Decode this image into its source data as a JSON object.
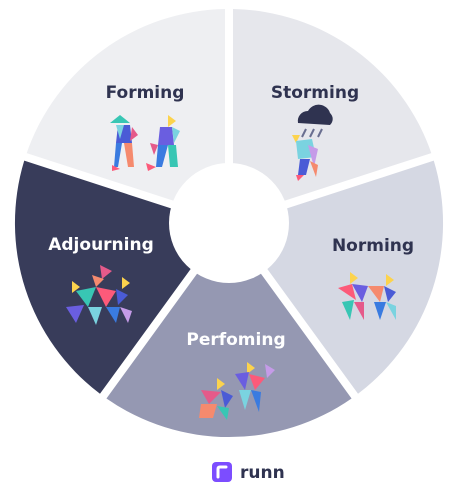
{
  "stages": [
    {
      "key": "forming",
      "label": "Forming",
      "fill": "#eeeff2",
      "text_color": "#2f3350"
    },
    {
      "key": "storming",
      "label": "Storming",
      "fill": "#e6e7ec",
      "text_color": "#2f3350"
    },
    {
      "key": "norming",
      "label": "Norming",
      "fill": "#d5d8e3",
      "text_color": "#2f3350"
    },
    {
      "key": "performing",
      "label": "Perfoming",
      "fill": "#9598b2",
      "text_color": "#ffffff"
    },
    {
      "key": "adjourning",
      "label": "Adjourning",
      "fill": "#383c5a",
      "text_color": "#ffffff"
    }
  ],
  "brand": {
    "name": "runn",
    "icon": "runn-logo-icon",
    "accent": "#7c4dff"
  },
  "icons": {
    "forming": "tangram-two-figures-waving-icon",
    "storming": "tangram-figure-under-storm-cloud-icon",
    "norming": "tangram-two-figures-walking-icon",
    "performing": "tangram-figures-jumping-icon",
    "adjourning": "tangram-figures-embracing-icon"
  }
}
